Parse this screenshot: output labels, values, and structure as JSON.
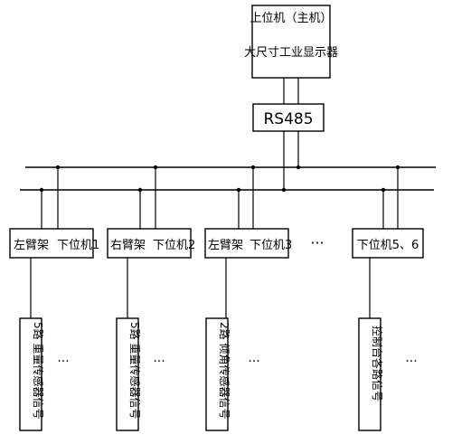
{
  "host": {
    "line1": "上位机（主机）",
    "line2": "大尺寸工业显示器"
  },
  "bus": {
    "label": "RS485"
  },
  "controllers": [
    {
      "left": "左臂架",
      "right": "下位机1"
    },
    {
      "left": "右臂架",
      "right": "下位机2"
    },
    {
      "left": "左臂架",
      "right": "下位机3"
    },
    {
      "left": "",
      "right": "下位机5、6"
    }
  ],
  "ellipsis": "···",
  "sensors": [
    {
      "text": "5路 重量传感器信号"
    },
    {
      "text": "5路 重量传感器信号"
    },
    {
      "text": "2路 倾角传感器信号"
    },
    {
      "text": "控制台各路信号"
    }
  ]
}
